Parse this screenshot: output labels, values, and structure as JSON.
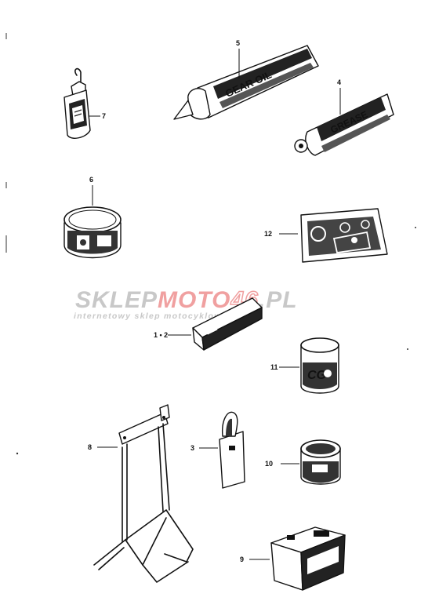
{
  "watermark": {
    "brand_left": "SKLEP",
    "brand_mid": "MOTO",
    "brand_num": "46",
    "brand_tld": ".PL",
    "tagline": "internetowy sklep motocyklowy",
    "colors": {
      "gray": "#c8c8c8",
      "red": "#f0a0a0"
    }
  },
  "parts": [
    {
      "id": "part-7",
      "callout": "7",
      "item": "small-bottle"
    },
    {
      "id": "part-5",
      "callout": "5",
      "item": "tube-gear-oil",
      "print": "GEAR OIL"
    },
    {
      "id": "part-4",
      "callout": "4",
      "item": "tube-grease",
      "print": "GREASE"
    },
    {
      "id": "part-6",
      "callout": "6",
      "item": "tin-can-flat"
    },
    {
      "id": "part-12",
      "callout": "12",
      "item": "gasket-set-bag"
    },
    {
      "id": "part-1-2",
      "callout": "1 • 2",
      "item": "box"
    },
    {
      "id": "part-11",
      "callout": "11",
      "item": "can-tall"
    },
    {
      "id": "part-8",
      "callout": "8",
      "item": "stand"
    },
    {
      "id": "part-3",
      "callout": "3",
      "item": "pouch-with-tool"
    },
    {
      "id": "part-10",
      "callout": "10",
      "item": "can-short"
    },
    {
      "id": "part-9",
      "callout": "9",
      "item": "battery-box"
    }
  ]
}
